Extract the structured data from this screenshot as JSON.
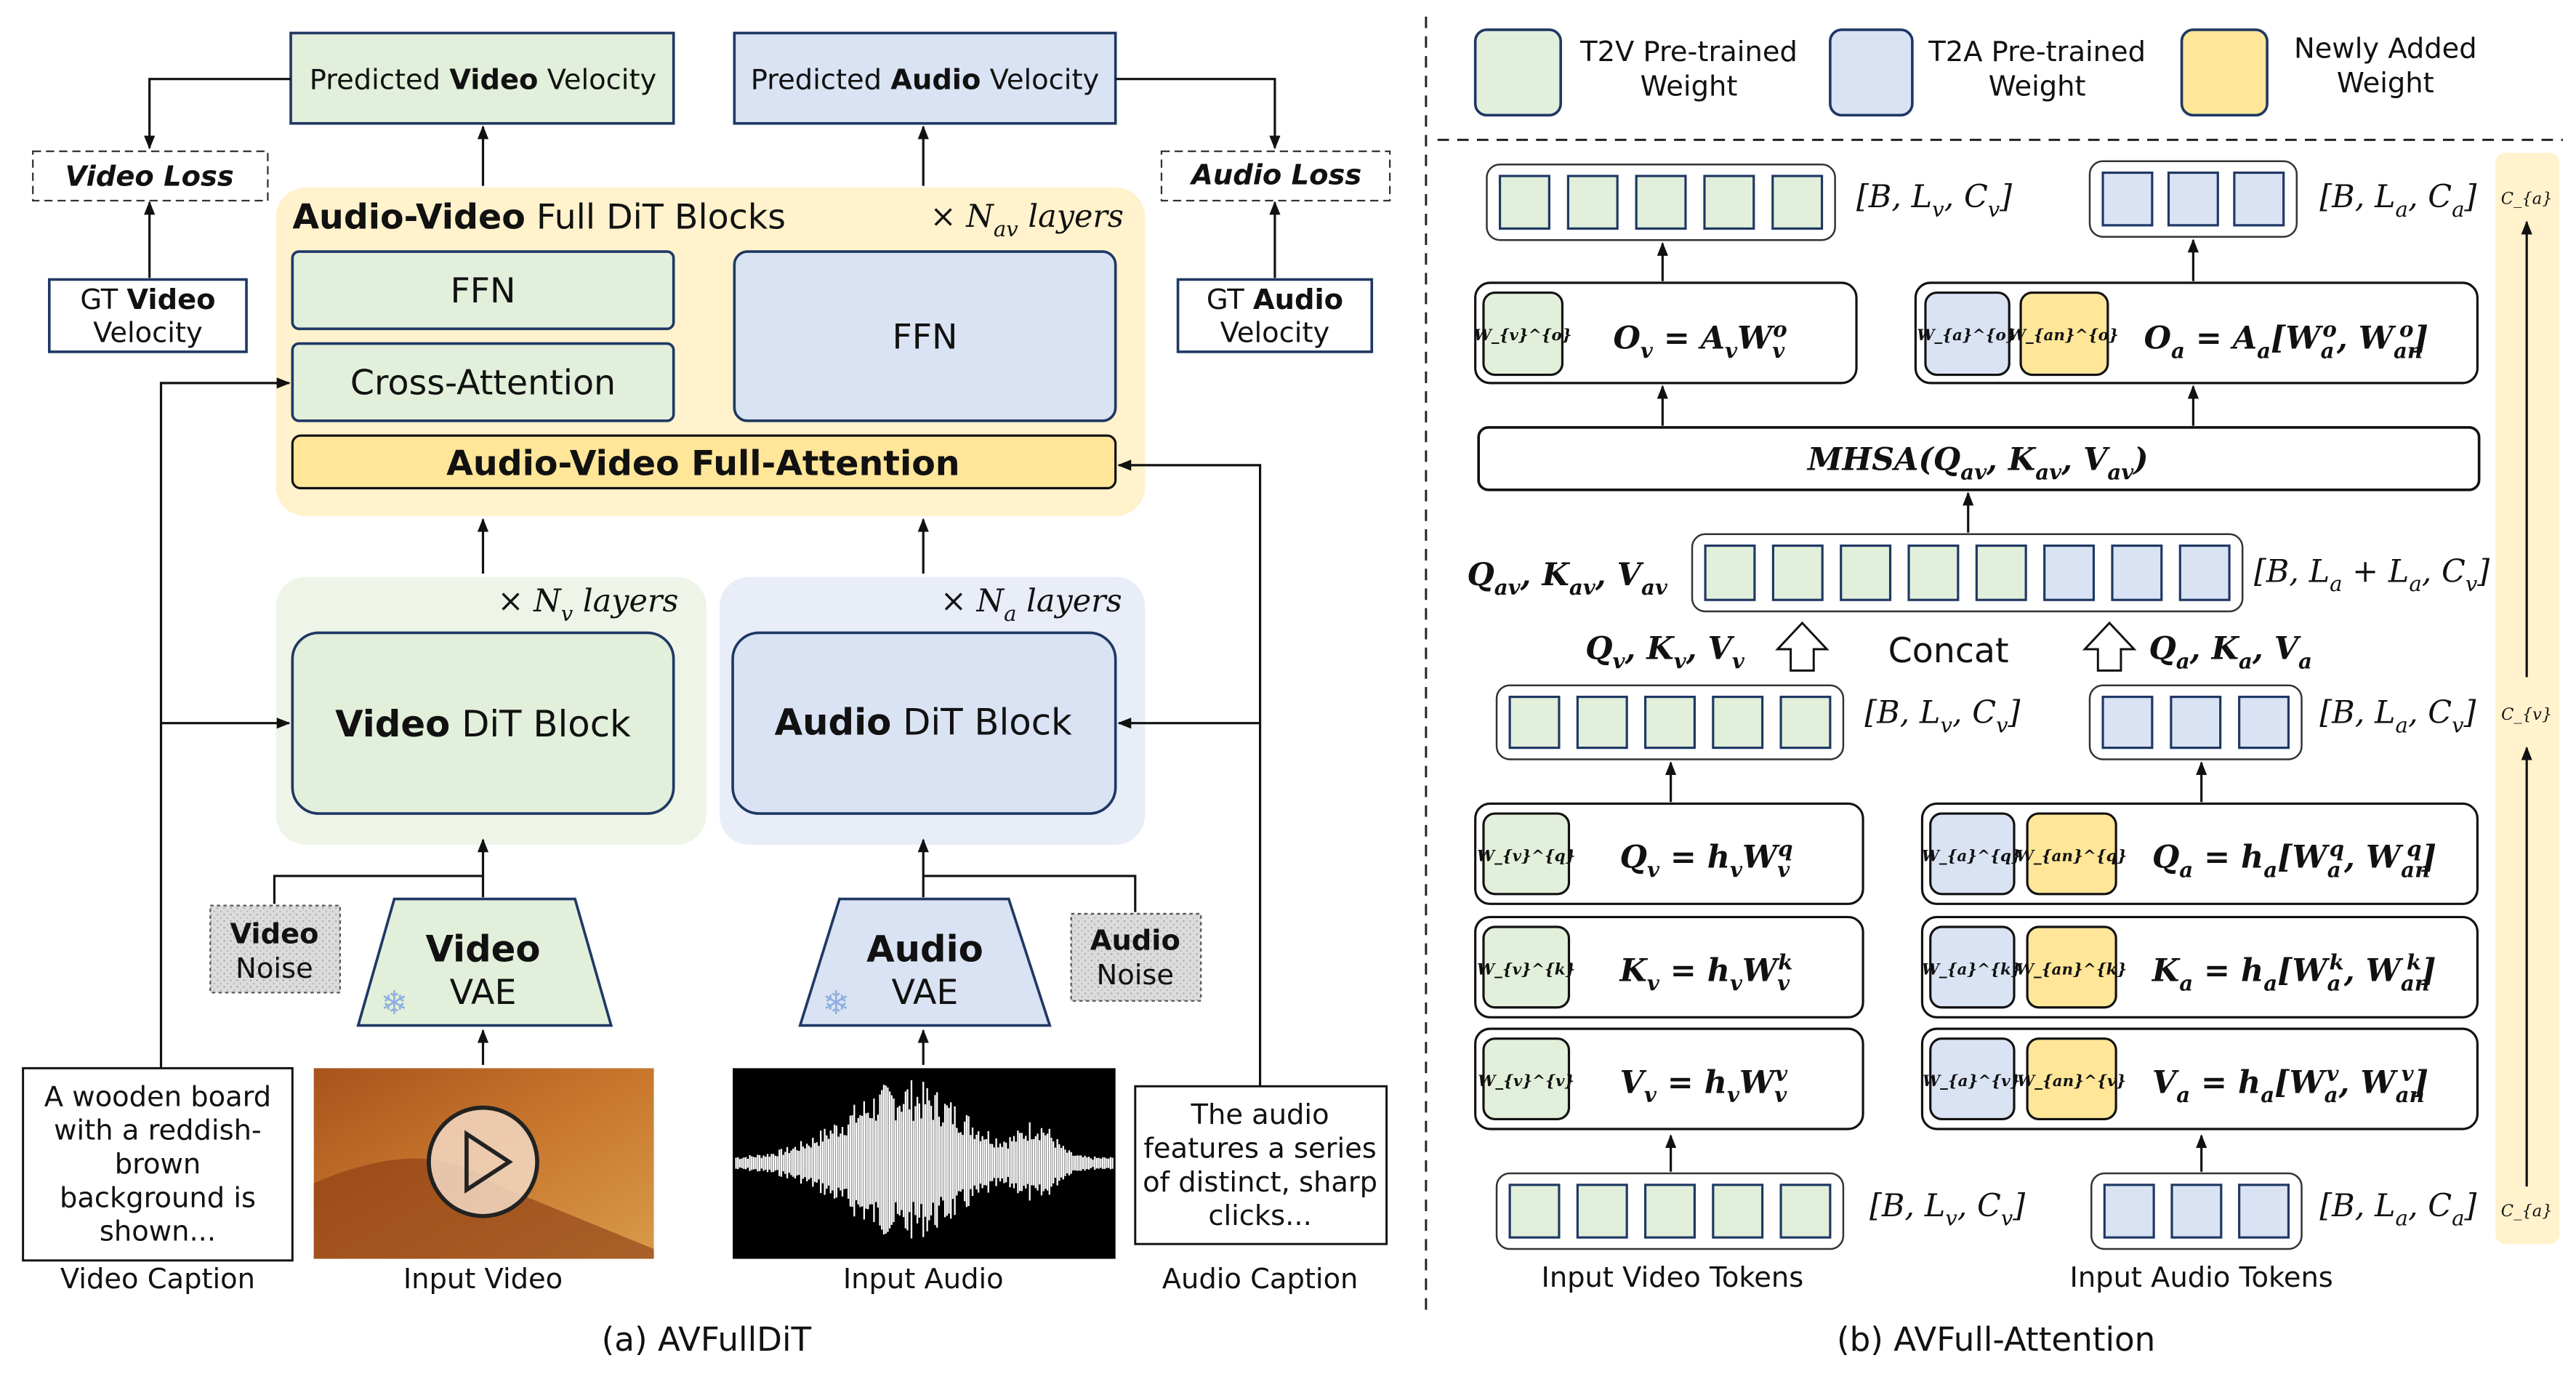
{
  "colors": {
    "video_green": "#e2efda",
    "audio_blue": "#dae3f3",
    "new_yellow": "#ffe699",
    "block_bg": "#fff2cc",
    "border": "#1f3864"
  },
  "left": {
    "pred_video": {
      "pre": "Predicted ",
      "bold": "Video",
      "post": " Velocity"
    },
    "pred_audio": {
      "pre": "Predicted ",
      "bold": "Audio",
      "post": " Velocity"
    },
    "video_loss": "Video Loss",
    "audio_loss": "Audio Loss",
    "gt_video": {
      "pre": "GT ",
      "bold": "Video",
      "line2": "Velocity"
    },
    "gt_audio": {
      "pre": "GT ",
      "bold": "Audio",
      "line2": "Velocity"
    },
    "full_blocks": {
      "bold": "Audio-Video",
      "rest": " Full DiT Blocks",
      "layers": "× N_{av} layers"
    },
    "ffn_video": "FFN",
    "cross_attention": "Cross-Attention",
    "ffn_audio": "FFN",
    "full_attention": "Audio-Video Full-Attention",
    "video_layers": "× N_{v} layers",
    "audio_layers": "× N_{a} layers",
    "video_dit": {
      "bold": "Video",
      "rest": " DiT Block"
    },
    "audio_dit": {
      "bold": "Audio",
      "rest": " DiT Block"
    },
    "video_noise": {
      "bold": "Video",
      "line2": "Noise"
    },
    "audio_noise": {
      "bold": "Audio",
      "line2": "Noise"
    },
    "video_vae": {
      "bold": "Video",
      "line2": "VAE"
    },
    "audio_vae": {
      "bold": "Audio",
      "line2": "VAE"
    },
    "video_caption_text": [
      "A wooden board",
      "with a reddish-",
      "brown",
      "background is",
      "shown..."
    ],
    "audio_caption_text": [
      "The audio",
      "features a series",
      "of distinct, sharp",
      "clicks..."
    ],
    "labels": {
      "video_caption": "Video Caption",
      "input_video": "Input Video",
      "input_audio": "Input Audio",
      "audio_caption": "Audio Caption"
    },
    "subtitle": "(a) AVFullDiT"
  },
  "right": {
    "legend": [
      {
        "line1": "T2V Pre-trained",
        "line2": "Weight",
        "color": "#e2efda"
      },
      {
        "line1": "T2A Pre-trained",
        "line2": "Weight",
        "color": "#dae3f3"
      },
      {
        "line1": "Newly Added",
        "line2": "Weight",
        "color": "#ffe699"
      }
    ],
    "tokens": {
      "video_count": 5,
      "audio_count": 3
    },
    "out_video_shape": "[B, L_{v}, C_{v}]",
    "out_audio_shape": "[B, L_{a}, C_{a}]",
    "wo_video": "W_{v}^{o}",
    "wo_video_eq": "O_{v} = A_{v}W_{v}^{o}",
    "wo_audio": "W_{a}^{o}",
    "wo_audio_new": "W_{an}^{o}",
    "wo_audio_eq": "O_{a} = A_{a}[W_{a}^{o}, W_{an}^{o}]",
    "mhsa": "MHSA(Q_{av}, K_{av}, V_{av})",
    "concat_label": "Q_{av}, K_{av}, V_{av}",
    "concat_shape": "[B, L_{a} + L_{a}, C_{v}]",
    "qkv_video": "Q_{v}, K_{v}, V_{v}",
    "concat": "Concat",
    "qkv_audio": "Q_{a}, K_{a}, V_{a}",
    "mid_video_shape": "[B, L_{v}, C_{v}]",
    "mid_audio_shape": "[B, L_{a}, C_{v}]",
    "rows": [
      {
        "wv": "W_{v}^{q}",
        "eqv": "Q_{v} = h_{v}W_{v}^{q}",
        "wa": "W_{a}^{q}",
        "wan": "W_{an}^{q}",
        "eqa": "Q_{a} = h_{a}[W_{a}^{q}, W_{an}^{q}]"
      },
      {
        "wv": "W_{v}^{k}",
        "eqv": "K_{v} = h_{v}W_{v}^{k}",
        "wa": "W_{a}^{k}",
        "wan": "W_{an}^{k}",
        "eqa": "K_{a} = h_{a}[W_{a}^{k}, W_{an}^{k}]"
      },
      {
        "wv": "W_{v}^{v}",
        "eqv": "V_{v} = h_{v}W_{v}^{v}",
        "wa": "W_{a}^{v}",
        "wan": "W_{an}^{v}",
        "eqa": "V_{a} = h_{a}[W_{a}^{v}, W_{an}^{v}]"
      }
    ],
    "in_video_shape": "[B, L_{v}, C_{v}]",
    "in_audio_shape": "[B, L_{a}, C_{a}]",
    "in_video_label": "Input Video Tokens",
    "in_audio_label": "Input Audio Tokens",
    "side": {
      "top": "C_{a}",
      "mid": "C_{v}",
      "bottom": "C_{a}"
    },
    "subtitle": "(b) AVFull-Attention"
  }
}
